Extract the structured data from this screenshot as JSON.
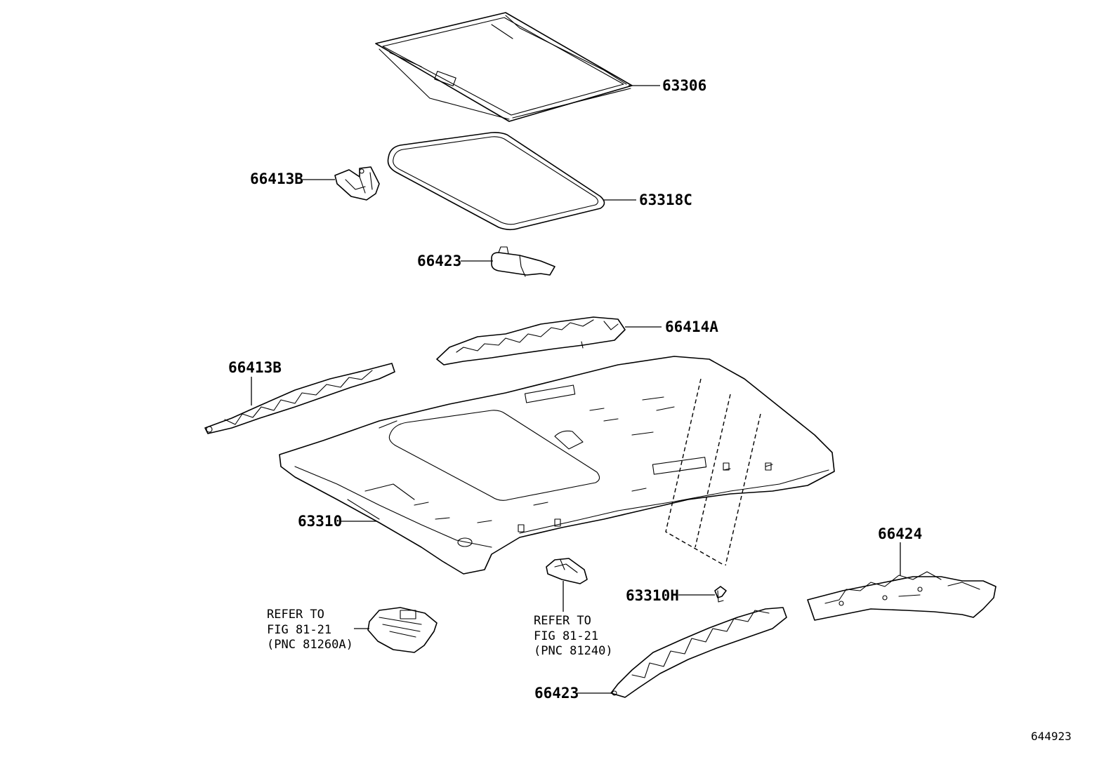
{
  "callouts": {
    "sunshade": "63306",
    "weatherstrip": "63318C",
    "clip_upper": "66413B",
    "bracket_upper": "66423",
    "rail_right": "66414A",
    "rail_left": "66413B",
    "headliner": "63310",
    "screw": "63310H",
    "rail_lower_right": "66424",
    "rail_lower_left": "66423"
  },
  "references": {
    "map_lamp": {
      "line1": "REFER TO",
      "line2": "FIG 81-21",
      "line3": "(PNC 81260A)"
    },
    "room_lamp": {
      "line1": "REFER TO",
      "line2": "FIG 81-21",
      "line3": "(PNC 81240)"
    }
  },
  "figure_number": "644923",
  "colors": {
    "ink": "#000000",
    "paper": "#ffffff"
  }
}
